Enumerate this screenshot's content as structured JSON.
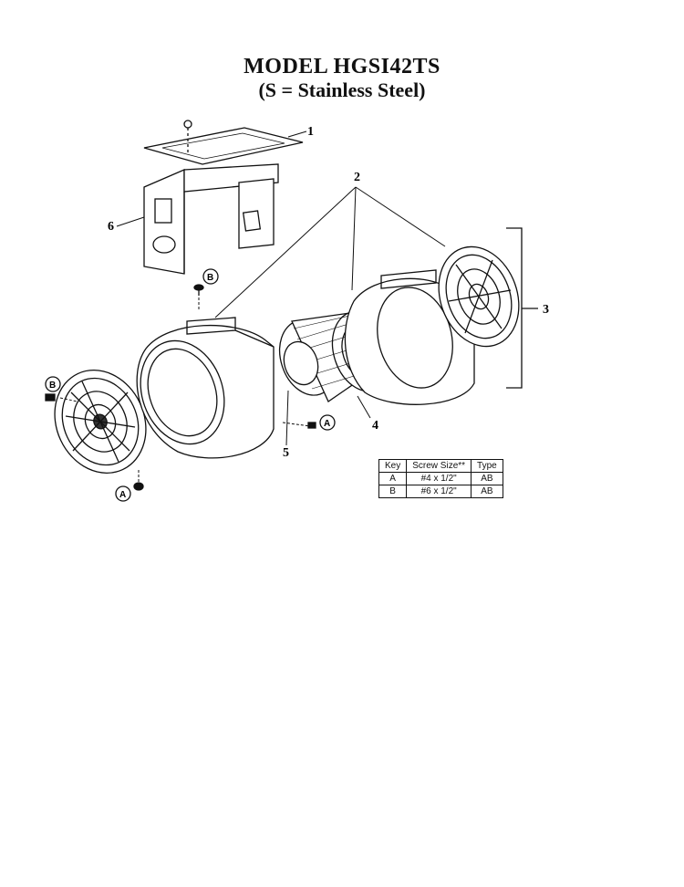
{
  "header": {
    "title": "MODEL HGSI42TS",
    "subtitle": "(S = Stainless Steel)"
  },
  "callouts": {
    "c1": "1",
    "c2": "2",
    "c3": "3",
    "c4": "4",
    "c5": "5",
    "c6": "6"
  },
  "screw_labels": {
    "b_top": "B",
    "b_left": "B",
    "a_right": "A",
    "a_bottom": "A"
  },
  "screw_table": {
    "headers": [
      "Key",
      "Screw Size**",
      "Type"
    ],
    "rows": [
      [
        "A",
        "#4 x 1/2\"",
        "AB"
      ],
      [
        "B",
        "#6 x 1/2\"",
        "AB"
      ]
    ]
  }
}
